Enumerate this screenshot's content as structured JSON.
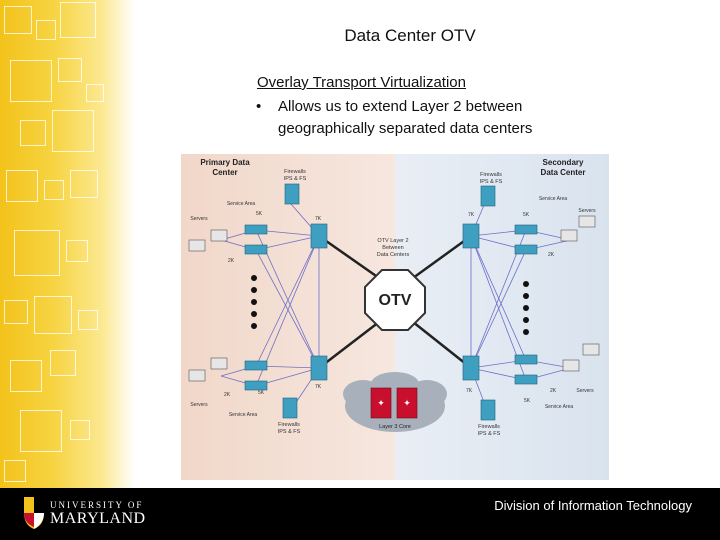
{
  "slide": {
    "title": "Data Center OTV",
    "subheading": "Overlay Transport Virtualization",
    "bullet_line1": "Allows us to extend Layer 2 between",
    "bullet_line2": "geographically separated data centers"
  },
  "diagram": {
    "primary_title_1": "Primary Data",
    "primary_title_2": "Center",
    "secondary_title_1": "Secondary",
    "secondary_title_2": "Data Center",
    "firewalls_1": "Firewalls",
    "firewalls_2": "IPS & FS",
    "service_area": "Service Area",
    "servers": "Servers",
    "label_5k": "5K",
    "label_7k": "7K",
    "label_2k": "2K",
    "otv_label": "OTV",
    "otv_note_1": "OTV Layer 2",
    "otv_note_2": "Between",
    "otv_note_3": "Data Centers",
    "layer3_core": "Layer 3 Core"
  },
  "footer": {
    "logo_line1": "UNIVERSITY OF",
    "logo_line2": "MARYLAND",
    "division": "Division of Information Technology"
  },
  "colors": {
    "left_panel": "#f2ddd2",
    "right_panel": "#dde6f0",
    "switch": "#3f9fc0",
    "line": "#6f6fc8",
    "brand_red": "#c8102e",
    "brand_gold": "#f3c21b"
  }
}
